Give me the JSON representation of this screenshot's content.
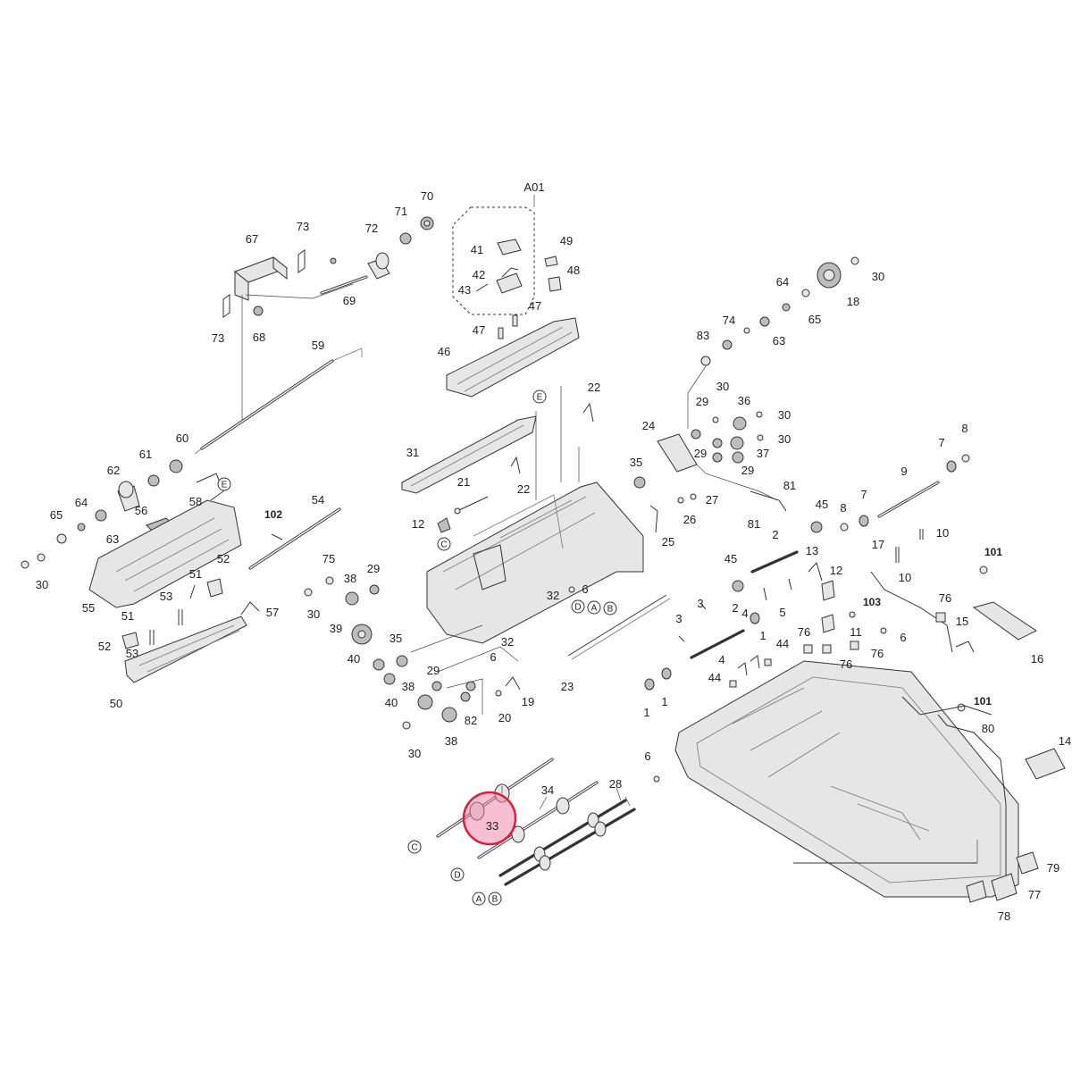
{
  "diagram": {
    "assembly_label": "A01",
    "highlighted_part": "33",
    "highlight_color": "#d4213f",
    "callouts": [
      "1",
      "2",
      "3",
      "4",
      "5",
      "6",
      "7",
      "8",
      "9",
      "10",
      "11",
      "12",
      "13",
      "14",
      "15",
      "16",
      "17",
      "18",
      "19",
      "20",
      "21",
      "22",
      "23",
      "24",
      "25",
      "26",
      "27",
      "28",
      "29",
      "30",
      "31",
      "32",
      "33",
      "34",
      "35",
      "36",
      "37",
      "38",
      "39",
      "40",
      "41",
      "42",
      "43",
      "44",
      "45",
      "46",
      "47",
      "48",
      "49",
      "50",
      "51",
      "52",
      "53",
      "54",
      "55",
      "56",
      "57",
      "58",
      "59",
      "60",
      "61",
      "62",
      "63",
      "64",
      "65",
      "67",
      "68",
      "69",
      "70",
      "71",
      "72",
      "73",
      "74",
      "75",
      "76",
      "77",
      "78",
      "79",
      "80",
      "81",
      "82",
      "83",
      "101",
      "102",
      "103"
    ],
    "reference_letters": [
      "A",
      "B",
      "C",
      "D",
      "E"
    ]
  }
}
